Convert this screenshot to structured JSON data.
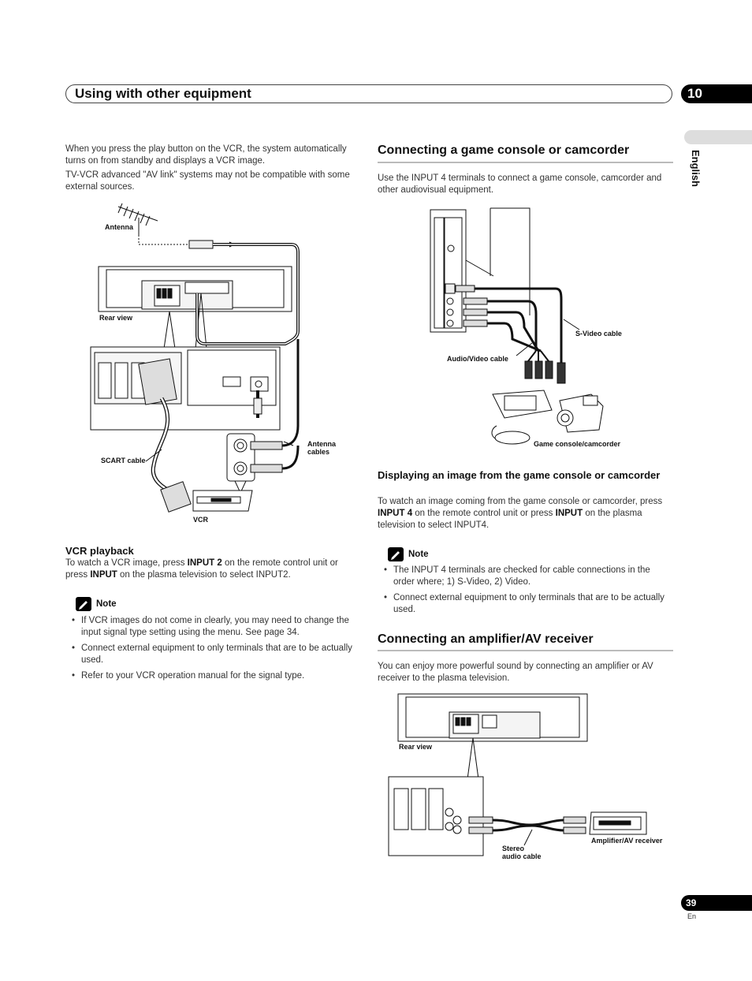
{
  "header": {
    "title": "Using with other equipment",
    "chapter": "10"
  },
  "side_tab": {
    "language": "English"
  },
  "left_column": {
    "intro_p1": "When you press the play button on the VCR, the system automatically turns on from standby and displays a VCR image.",
    "intro_p2": "TV-VCR advanced \"AV link\" systems may not be compatible with some external sources.",
    "diagram_labels": {
      "antenna": "Antenna",
      "rear_view": "Rear view",
      "antenna_cables_1": "Antenna",
      "antenna_cables_2": "cables",
      "scart_cable": "SCART cable",
      "vcr": "VCR"
    },
    "vcr_playback": {
      "heading": "VCR playback",
      "text_1": "To watch a VCR image, press ",
      "bold_1": "INPUT 2",
      "text_2": " on the remote control unit or press ",
      "bold_2": "INPUT",
      "text_3": " on the plasma television to select INPUT2."
    },
    "note": {
      "label": "Note",
      "items": [
        "If VCR images do not come in clearly, you may need to change the input signal type setting using the menu. See page 34.",
        "Connect external equipment to only terminals that are to be actually used.",
        "Refer to your VCR operation manual for the signal type."
      ]
    }
  },
  "right_column": {
    "game_section": {
      "heading": "Connecting a game console or camcorder",
      "text": "Use the INPUT 4 terminals to connect a game console, camcorder and other audiovisual equipment.",
      "diagram_labels": {
        "svideo_cable": "S-Video cable",
        "av_cable": "Audio/Video cable",
        "game_camcorder": "Game console/camcorder"
      }
    },
    "display_section": {
      "heading": "Displaying an image from the game console or camcorder",
      "text_1": "To watch an image coming from the game console or camcorder, press ",
      "bold_1": "INPUT 4",
      "text_2": " on the remote control unit or press ",
      "bold_2": "INPUT",
      "text_3": " on the plasma television to select INPUT4."
    },
    "note": {
      "label": "Note",
      "items": [
        "The INPUT 4 terminals are checked for cable connections in the order where; 1) S-Video, 2) Video.",
        "Connect external equipment to only terminals that are to be actually used."
      ]
    },
    "amp_section": {
      "heading": "Connecting an amplifier/AV receiver",
      "text": "You can enjoy more powerful sound by connecting an amplifier or AV receiver to the plasma television.",
      "diagram_labels": {
        "rear_view": "Rear view",
        "stereo_1": "Stereo",
        "stereo_2": "audio cable",
        "amp_receiver": "Amplifier/AV receiver"
      }
    }
  },
  "footer": {
    "page_number": "39",
    "lang_code": "En"
  }
}
